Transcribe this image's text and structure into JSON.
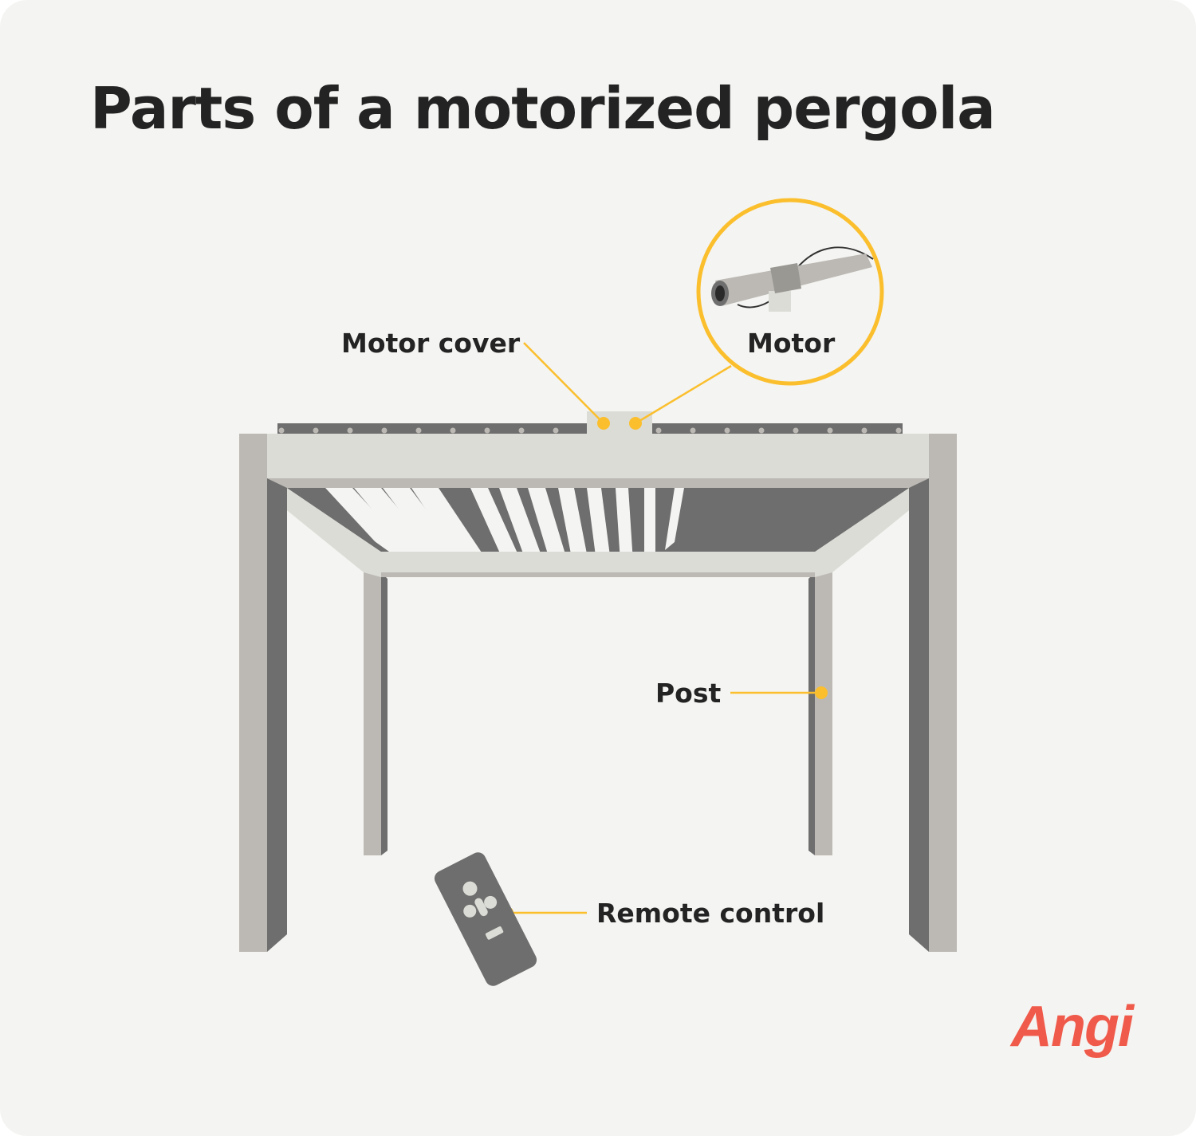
{
  "title": "Parts of a motorized pergola",
  "labels": {
    "motor_cover": "Motor cover",
    "motor": "Motor",
    "post": "Post",
    "remote_control": "Remote control"
  },
  "brand": {
    "logo_text": "Angi",
    "logo_color": "#f05a4a"
  },
  "colors": {
    "background": "#f4f4f2",
    "title_text": "#232323",
    "callout_accent": "#fbbf2d",
    "frame_light": "#dcdcd7",
    "frame_mid": "#bcb9b4",
    "frame_dark": "#6e6e6e"
  }
}
